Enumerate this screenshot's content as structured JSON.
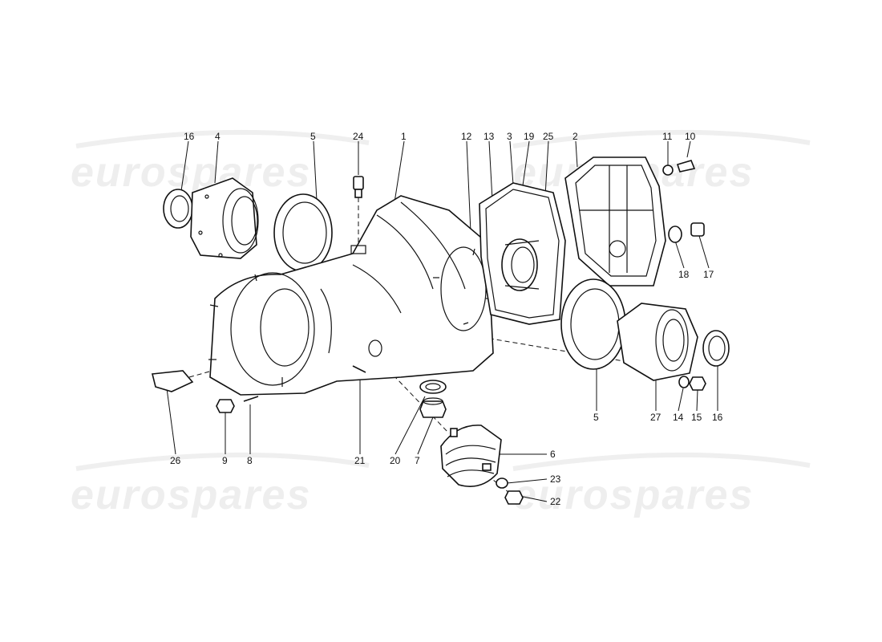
{
  "watermark": "eurospares",
  "callouts": {
    "c16a": "16",
    "c4": "4",
    "c5a": "5",
    "c24": "24",
    "c1": "1",
    "c12": "12",
    "c13": "13",
    "c3": "3",
    "c19": "19",
    "c25": "25",
    "c2": "2",
    "c11": "11",
    "c10": "10",
    "c18": "18",
    "c17": "17",
    "c5b": "5",
    "c27": "27",
    "c14": "14",
    "c15": "15",
    "c16b": "16",
    "c26": "26",
    "c9": "9",
    "c8": "8",
    "c21": "21",
    "c20": "20",
    "c7": "7",
    "c6": "6",
    "c23": "23",
    "c22": "22"
  }
}
